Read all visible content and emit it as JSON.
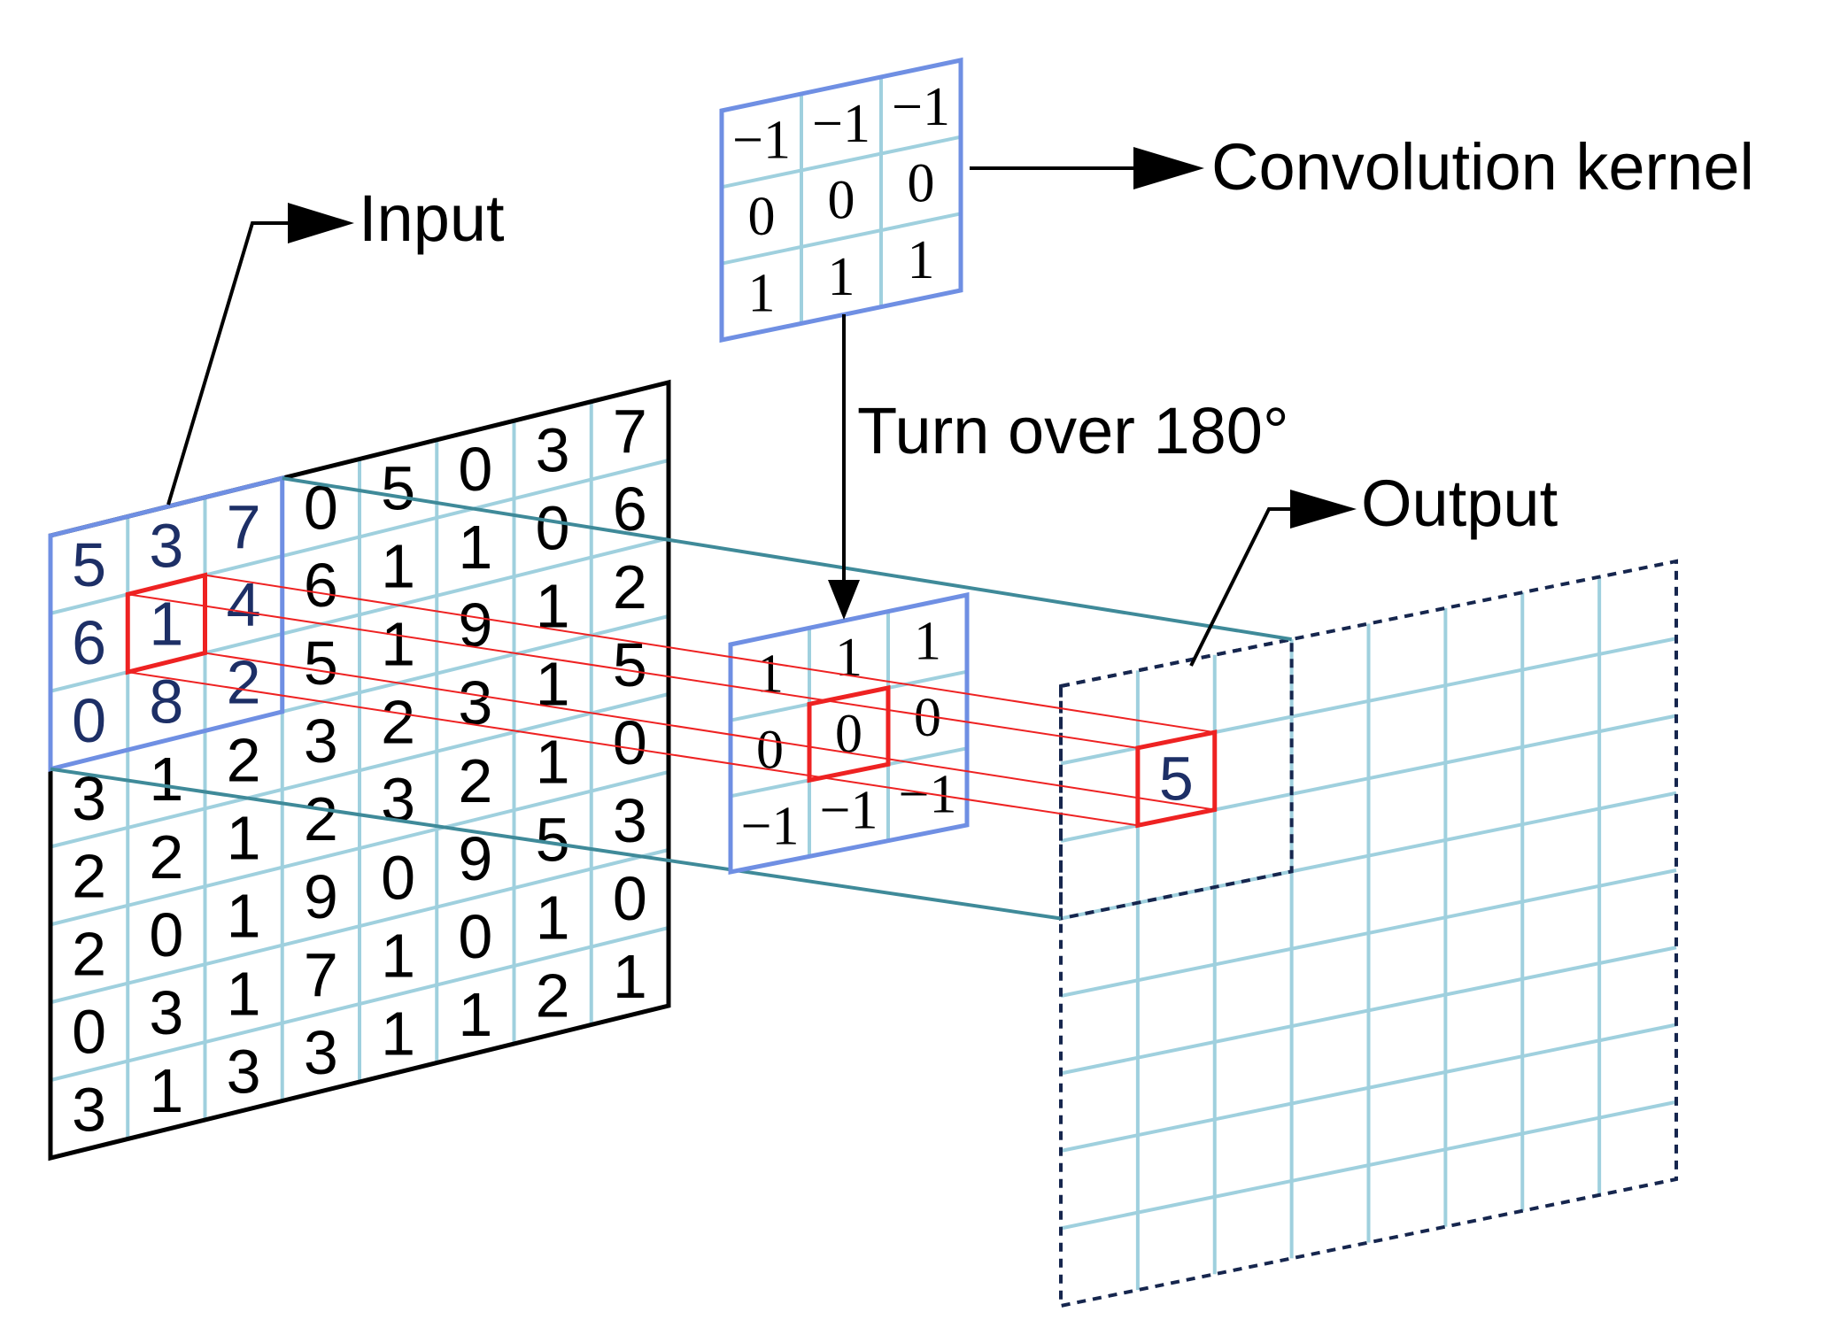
{
  "labels": {
    "input": "Input",
    "kernel": "Convolution kernel",
    "turn": "Turn over 180°",
    "output": "Output"
  },
  "colors": {
    "outer_border": "#000000",
    "grid": "#9fd0de",
    "window_border": "#6f8fe3",
    "highlight": "#ee2222",
    "projection": "#3f8a99",
    "highlight_text": "#1d2f66",
    "dashed": "#16264e"
  },
  "input_grid": [
    [
      "5",
      "3",
      "7",
      "0",
      "5",
      "0",
      "3",
      "7"
    ],
    [
      "6",
      "1",
      "4",
      "6",
      "1",
      "1",
      "0",
      "6"
    ],
    [
      "0",
      "8",
      "2",
      "5",
      "1",
      "9",
      "1",
      "2"
    ],
    [
      "3",
      "1",
      "2",
      "3",
      "2",
      "3",
      "1",
      "5"
    ],
    [
      "2",
      "2",
      "1",
      "2",
      "3",
      "2",
      "1",
      "0"
    ],
    [
      "2",
      "0",
      "1",
      "9",
      "0",
      "9",
      "5",
      "3"
    ],
    [
      "0",
      "3",
      "1",
      "7",
      "1",
      "0",
      "1",
      "0"
    ],
    [
      "3",
      "1",
      "3",
      "3",
      "1",
      "1",
      "2",
      "1"
    ]
  ],
  "kernel_grid": [
    [
      "−1",
      "−1",
      "−1"
    ],
    [
      "0",
      "0",
      "0"
    ],
    [
      "1",
      "1",
      "1"
    ]
  ],
  "flipped_grid": [
    [
      "1",
      "1",
      "1"
    ],
    [
      "0",
      "0",
      "0"
    ],
    [
      "−1",
      "−1",
      "−1"
    ]
  ],
  "output_value": "5"
}
